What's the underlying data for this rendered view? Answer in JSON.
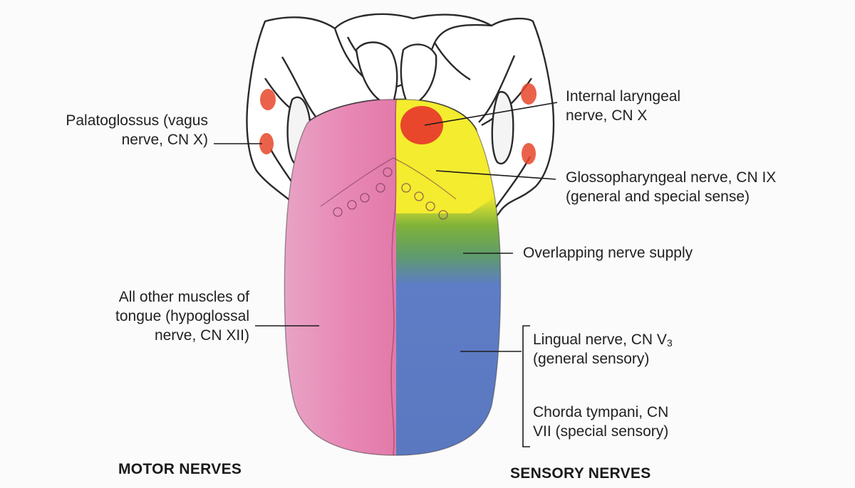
{
  "labels": {
    "palatoglossus": [
      "Palatoglossus (vagus",
      "nerve, CN X)"
    ],
    "internal_laryngeal": [
      "Internal laryngeal",
      "nerve, CN X"
    ],
    "glossopharyngeal": [
      "Glossopharyngeal nerve, CN IX",
      "(general and special sense)"
    ],
    "overlapping": "Overlapping nerve supply",
    "hypoglossal": [
      "All other muscles of",
      "tongue (hypoglossal",
      "nerve, CN XII)"
    ],
    "lingual": {
      "prefix": "Lingual nerve, CN V",
      "subscript": "3",
      "line2": "(general sensory)"
    },
    "chorda": [
      "Chorda tympani, CN",
      "VII (special sensory)"
    ]
  },
  "headings": {
    "motor": "MOTOR NERVES",
    "sensory": "SENSORY NERVES"
  },
  "colors": {
    "motor_pink": "#e98fb8",
    "vagus_red": "#e8472b",
    "glossopharyngeal_yellow": "#f4ec2e",
    "overlap_green": "#6ea83a",
    "lingual_blue": "#5e7dc6",
    "outline": "#2a2a2a"
  }
}
